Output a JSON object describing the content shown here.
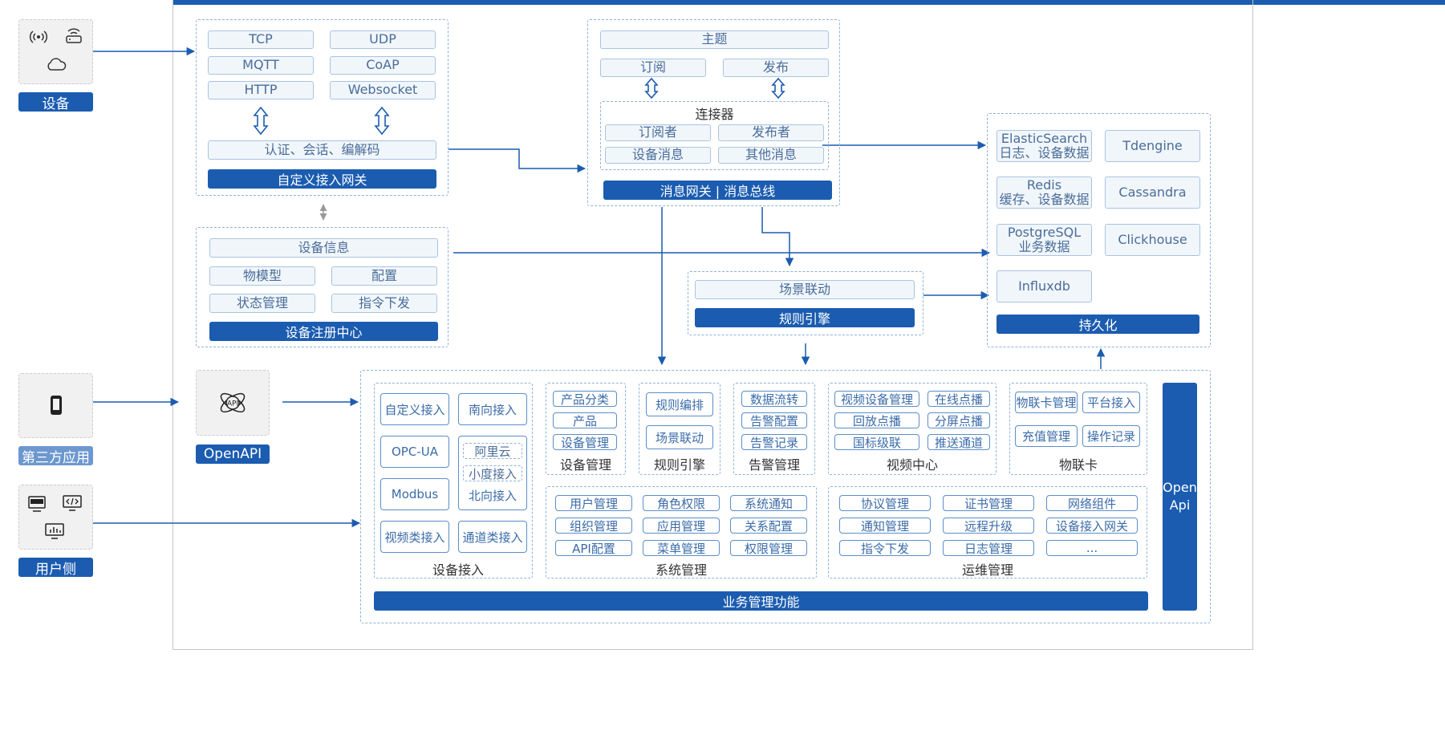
{
  "external": {
    "devices": "设备",
    "third_party": "第三方应用",
    "user_side": "用户侧"
  },
  "gateway": {
    "protocols": [
      "TCP",
      "UDP",
      "MQTT",
      "CoAP",
      "HTTP",
      "Websocket"
    ],
    "auth": "认证、会话、编解码",
    "title": "自定义接入网关"
  },
  "registry": {
    "info": "设备信息",
    "items": [
      "物模型",
      "配置",
      "状态管理",
      "指令下发"
    ],
    "title": "设备注册中心"
  },
  "message": {
    "topic": "主题",
    "subscribe": "订阅",
    "publish": "发布",
    "connector": "连接器",
    "connector_items": [
      "订阅者",
      "发布者",
      "设备消息",
      "其他消息"
    ],
    "title": "消息网关 | 消息总线"
  },
  "rules": {
    "scene": "场景联动",
    "title": "规则引擎"
  },
  "persistence": {
    "items": [
      {
        "name": "ElasticSearch",
        "desc": "日志、设备数据"
      },
      {
        "name": "Tdengine",
        "desc": ""
      },
      {
        "name": "Redis",
        "desc": "缓存、设备数据"
      },
      {
        "name": "Cassandra",
        "desc": ""
      },
      {
        "name": "PostgreSQL",
        "desc": "业务数据"
      },
      {
        "name": "Clickhouse",
        "desc": ""
      },
      {
        "name": "Influxdb",
        "desc": ""
      }
    ],
    "title": "持久化"
  },
  "openapi": {
    "label": "OpenAPI",
    "icon_text": "API"
  },
  "business": {
    "title": "业务管理功能",
    "open_api": "Open Api",
    "device_access": {
      "title": "设备接入",
      "items": [
        "自定义接入",
        "南向接入",
        "OPC-UA",
        "Modbus",
        "视频类接入",
        "通道类接入"
      ],
      "north": {
        "cloud": "阿里云",
        "xiaodu": "小度接入",
        "label": "北向接入"
      }
    },
    "device_mgmt": {
      "title": "设备管理",
      "items": [
        "产品分类",
        "产品",
        "设备管理"
      ]
    },
    "rule_engine": {
      "title": "规则引擎",
      "items": [
        "规则编排",
        "场景联动"
      ]
    },
    "alarm": {
      "title": "告警管理",
      "items": [
        "数据流转",
        "告警配置",
        "告警记录"
      ]
    },
    "video": {
      "title": "视频中心",
      "items": [
        "视频设备管理",
        "在线点播",
        "回放点播",
        "分屏点播",
        "国标级联",
        "推送通道"
      ]
    },
    "iot_card": {
      "title": "物联卡",
      "items": [
        "物联卡管理",
        "平台接入",
        "充值管理",
        "操作记录"
      ]
    },
    "system": {
      "title": "系统管理",
      "items": [
        "用户管理",
        "角色权限",
        "系统通知",
        "组织管理",
        "应用管理",
        "关系配置",
        "API配置",
        "菜单管理",
        "权限管理"
      ]
    },
    "ops": {
      "title": "运维管理",
      "items": [
        "协议管理",
        "证书管理",
        "网络组件",
        "通知管理",
        "远程升级",
        "设备接入网关",
        "指令下发",
        "日志管理",
        "..."
      ]
    }
  },
  "colors": {
    "primary": "#1b5cb0",
    "border": "#8fb3d9",
    "pill_bg": "#f1f6fb",
    "text": "#4a6d99"
  }
}
